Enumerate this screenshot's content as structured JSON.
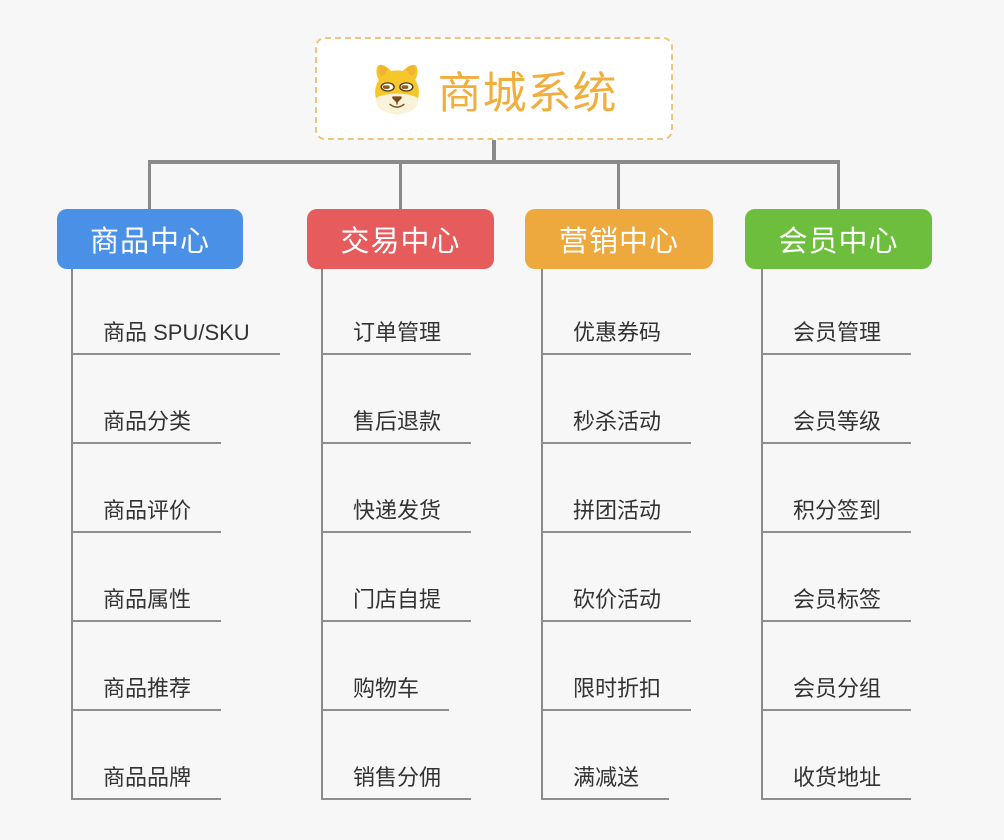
{
  "root": {
    "title": "商城系统",
    "icon": "dog-face-icon"
  },
  "branches": [
    {
      "label": "商品中心",
      "color": "#4a90e6",
      "items": [
        "商品 SPU/SKU",
        "商品分类",
        "商品评价",
        "商品属性",
        "商品推荐",
        "商品品牌"
      ]
    },
    {
      "label": "交易中心",
      "color": "#e65b5b",
      "items": [
        "订单管理",
        "售后退款",
        "快递发货",
        "门店自提",
        "购物车",
        "销售分佣"
      ]
    },
    {
      "label": "营销中心",
      "color": "#eda93d",
      "items": [
        "优惠券码",
        "秒杀活动",
        "拼团活动",
        "砍价活动",
        "限时折扣",
        "满减送"
      ]
    },
    {
      "label": "会员中心",
      "color": "#6cbe3c",
      "items": [
        "会员管理",
        "会员等级",
        "积分签到",
        "会员标签",
        "会员分组",
        "收货地址"
      ]
    }
  ],
  "colors": {
    "background": "#f7f7f7",
    "connector_gray": "#8a8a8a",
    "underline_gray": "#8e8e8e",
    "topic_text": "#333333",
    "root_text_orange": "#f1ae3c",
    "root_border_orange": "#efc382",
    "branch_text": "#ffffff"
  }
}
